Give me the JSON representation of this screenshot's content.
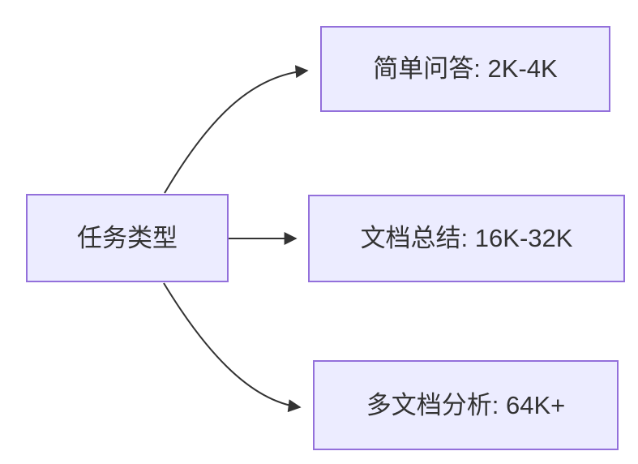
{
  "diagram": {
    "type": "flowchart-LR",
    "root": {
      "label": "任务类型"
    },
    "branches": [
      {
        "label": "简单问答: 2K-4K"
      },
      {
        "label": "文档总结: 16K-32K"
      },
      {
        "label": "多文档分析: 64K+"
      }
    ],
    "colors": {
      "node_fill": "#ECECFF",
      "node_border": "#9370DB",
      "edge_stroke": "#333333",
      "label_text": "#333333",
      "background": "#FFFFFF"
    }
  }
}
